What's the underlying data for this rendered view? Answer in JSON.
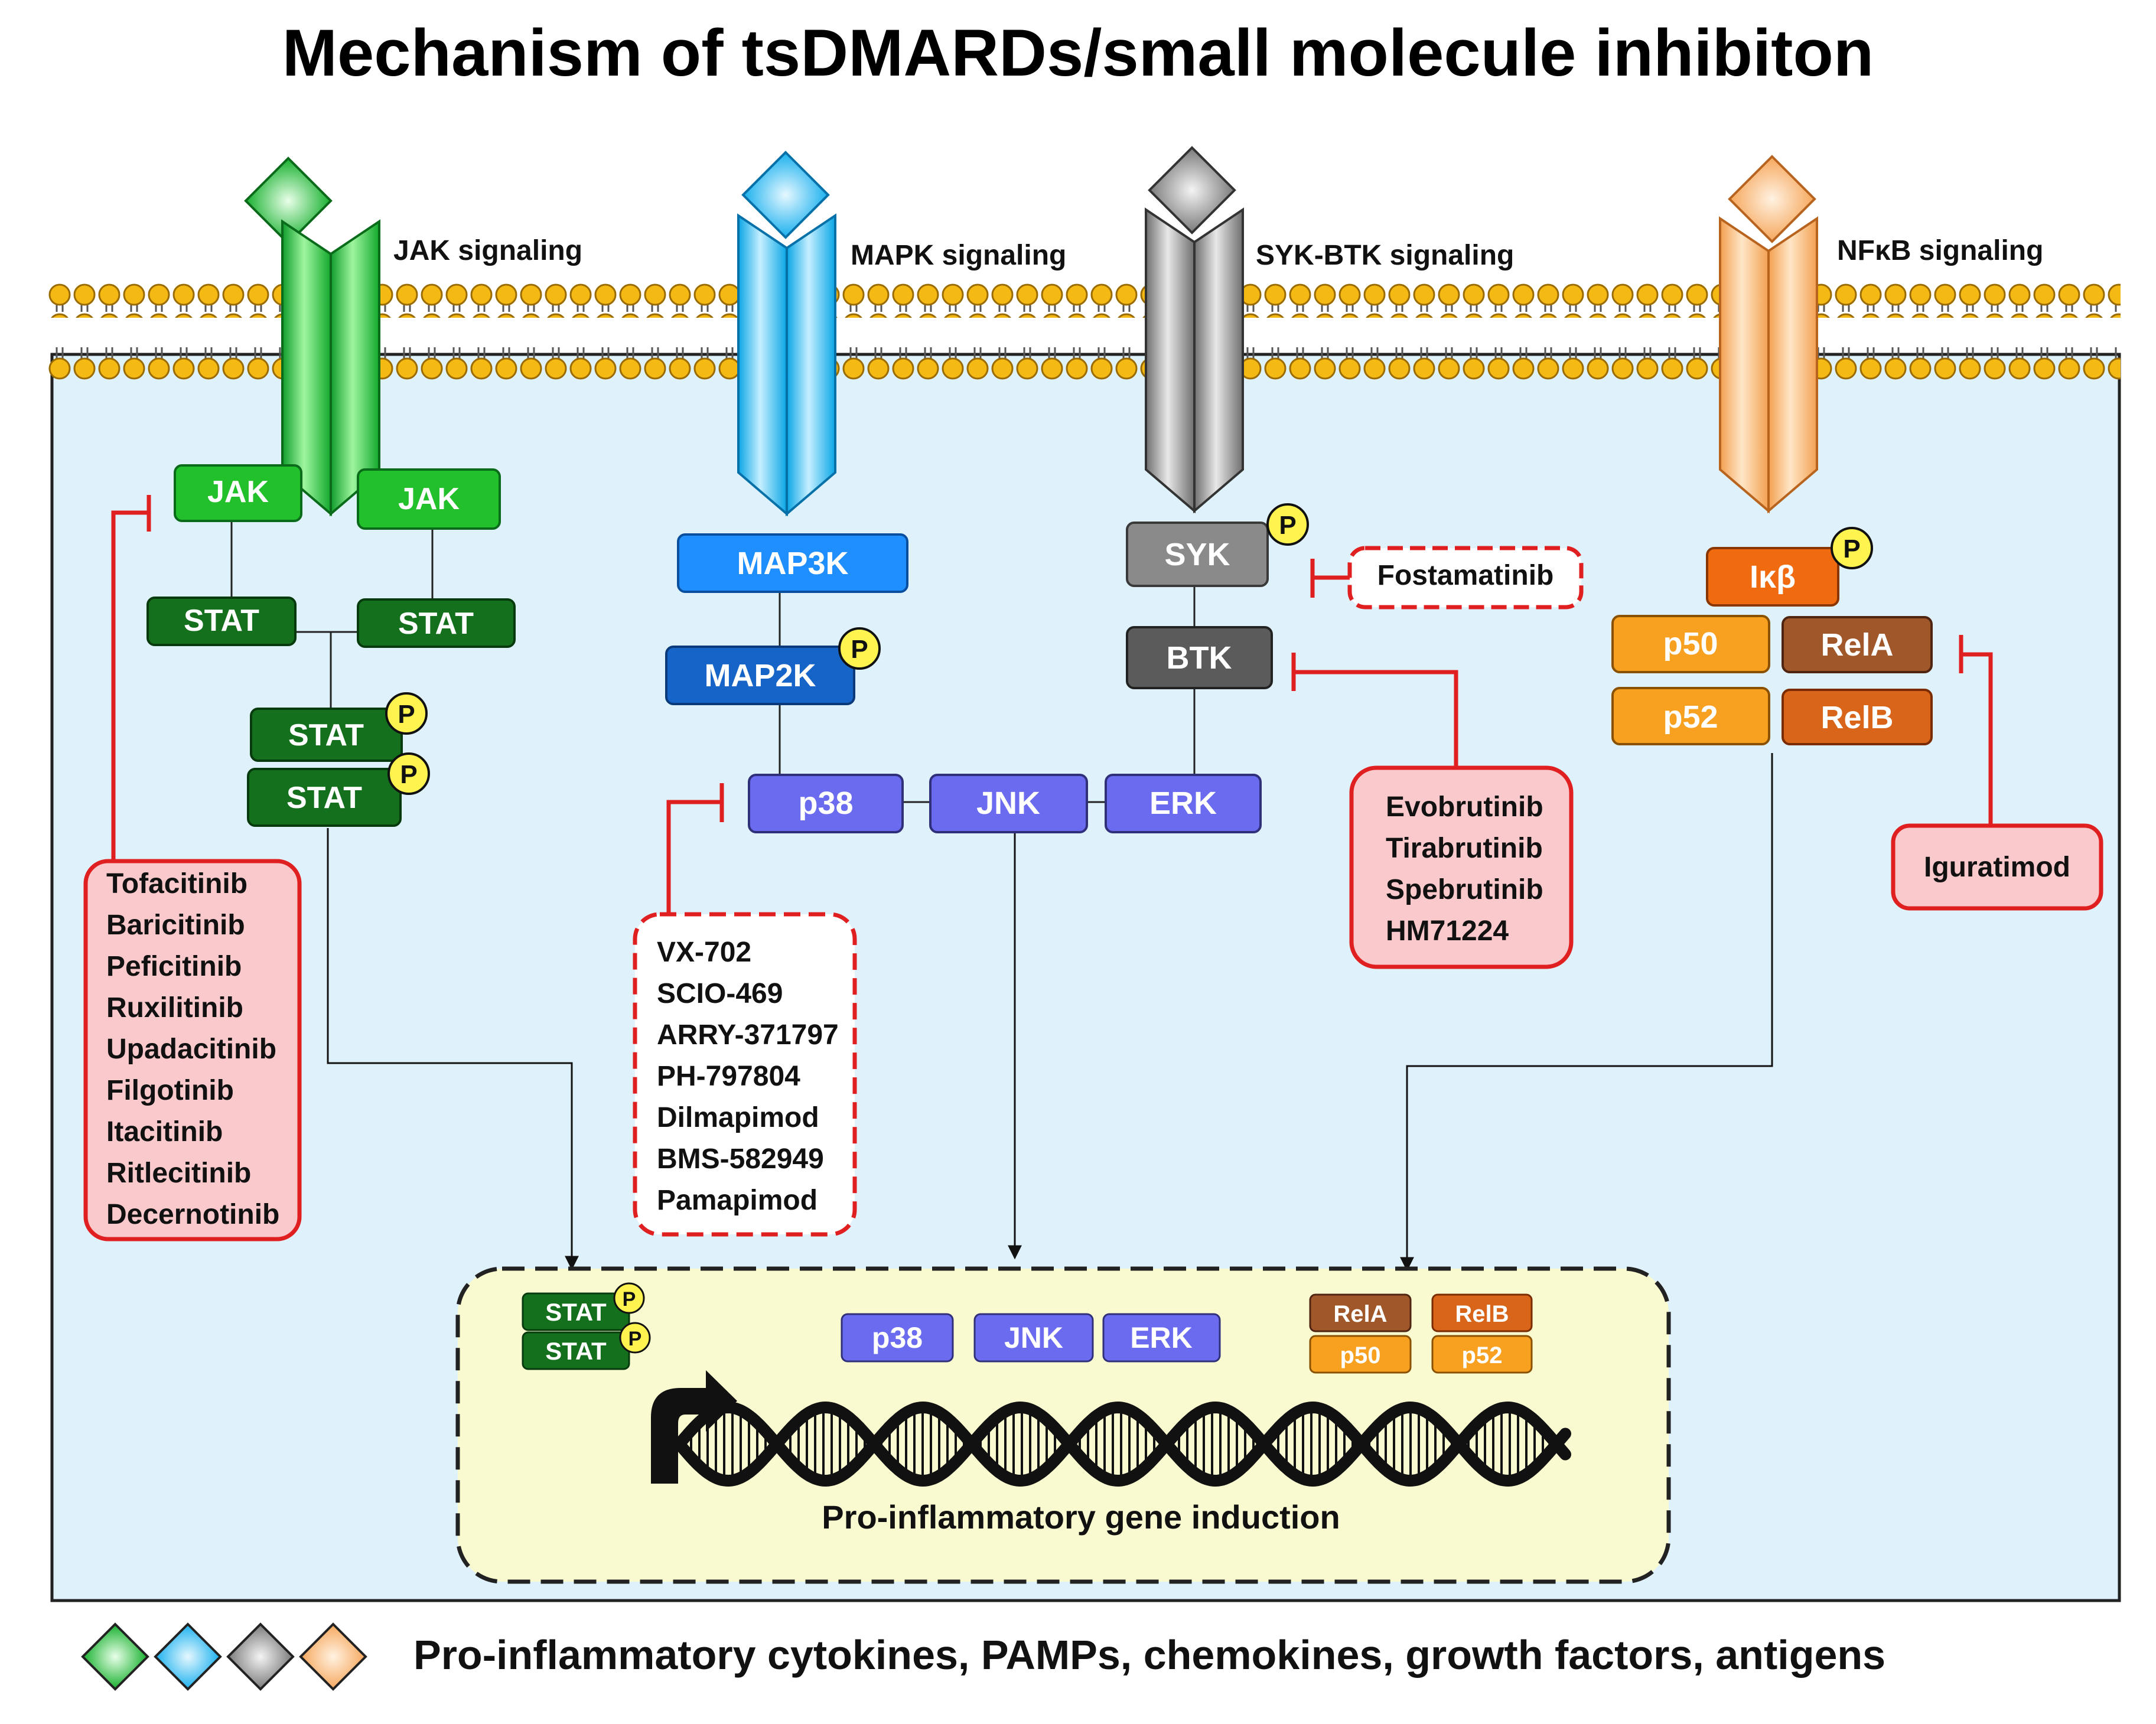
{
  "title": "Mechanism of tsDMARDs/small molecule inhibiton",
  "footer_text": "Pro-inflammatory cytokines, PAMPs, chemokines, growth factors, antigens",
  "pathways": [
    {
      "label": "JAK signaling",
      "color": "#22c55e"
    },
    {
      "label": "MAPK signaling",
      "color": "#38bdf8"
    },
    {
      "label": "SYK-BTK signaling",
      "color": "#9ca3af"
    },
    {
      "label": "NFκB signaling",
      "color": "#fbbf7a"
    }
  ],
  "jak": {
    "jak_left": "JAK",
    "jak_right": "JAK",
    "stat_left": "STAT",
    "stat_right": "STAT",
    "stat_p1": "STAT",
    "stat_p2": "STAT",
    "drugs": [
      "Tofacitinib",
      "Baricitinib",
      "Peficitinib",
      "Ruxilitinib",
      "Upadacitinib",
      "Filgotinib",
      "Itacitinib",
      "Ritlecitinib",
      "Decernotinib"
    ]
  },
  "mapk": {
    "map3k": "MAP3K",
    "map2k": "MAP2K",
    "p38": "p38",
    "jnk": "JNK",
    "erk": "ERK",
    "drugs": [
      "VX-702",
      "SCIO-469",
      "ARRY-371797",
      "PH-797804",
      "Dilmapimod",
      "BMS-582949",
      "Pamapimod"
    ]
  },
  "syk": {
    "syk": "SYK",
    "btk": "BTK",
    "syk_drug": "Fostamatinib",
    "btk_drugs": [
      "Evobrutinib",
      "Tirabrutinib",
      "Spebrutinib",
      "HM71224"
    ]
  },
  "nfkb": {
    "ikb": "Iκβ",
    "p50": "p50",
    "rela": "RelA",
    "p52": "p52",
    "relb": "RelB",
    "drug": "Iguratimod"
  },
  "phospho_label": "P",
  "nucleus": {
    "stat1": "STAT",
    "stat2": "STAT",
    "p38": "p38",
    "jnk": "JNK",
    "erk": "ERK",
    "rela": "RelA",
    "relb": "RelB",
    "p50": "p50",
    "p52": "p52",
    "caption": "Pro-inflammatory gene induction"
  },
  "colors": {
    "cytoplasm": "#dff1fb",
    "lipid_head": "#f5b914",
    "inhibitor_red": "#e02020",
    "drug_box_fill": "#f9c9cc",
    "nucleus_fill": "#fafad0",
    "jak_green": "#22c02a",
    "stat_green": "#15701e",
    "mapk_blue": "#1f8fff",
    "map2k_blue": "#1664c8",
    "kinase_purple": "#6b6bf0",
    "syk_gray": "#8a8a8a",
    "btk_gray": "#5b5b5b",
    "ikb_orange": "#f06a10",
    "p50_orange": "#f8a020",
    "rel_brown": "#a0582a",
    "relb_orange": "#d8651a",
    "phospho_yellow": "#fff44f"
  }
}
